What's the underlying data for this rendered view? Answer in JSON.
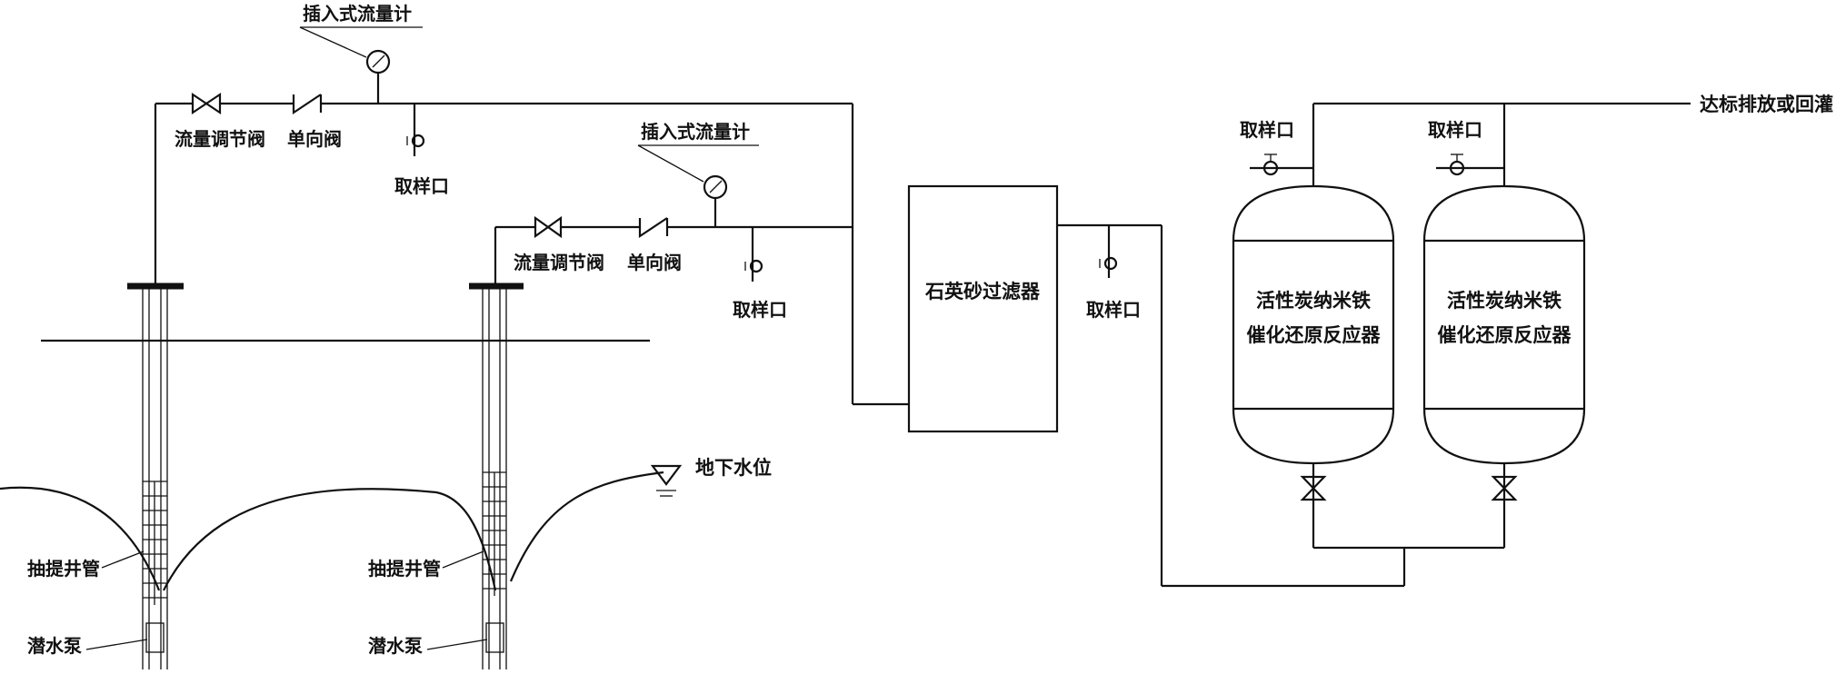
{
  "labels": {
    "flowmeter_1": "插入式流量计",
    "flowmeter_2": "插入式流量计",
    "flow_valve_1": "流量调节阀",
    "check_valve_1": "单向阀",
    "sample_port_1": "取样口",
    "flow_valve_2": "流量调节阀",
    "check_valve_2": "单向阀",
    "sample_port_2": "取样口",
    "quartz_filter": "石英砂过滤器",
    "sample_port_3": "取样口",
    "sample_port_4": "取样口",
    "sample_port_5": "取样口",
    "outlet": "达标排放或回灌",
    "reactor_1_line1": "活性炭纳米铁",
    "reactor_1_line2": "催化还原反应器",
    "reactor_2_line1": "活性炭纳米铁",
    "reactor_2_line2": "催化还原反应器",
    "groundwater_level": "地下水位",
    "casing_1": "抽提井管",
    "pump_1": "潜水泵",
    "casing_2": "抽提井管",
    "pump_2": "潜水泵"
  }
}
